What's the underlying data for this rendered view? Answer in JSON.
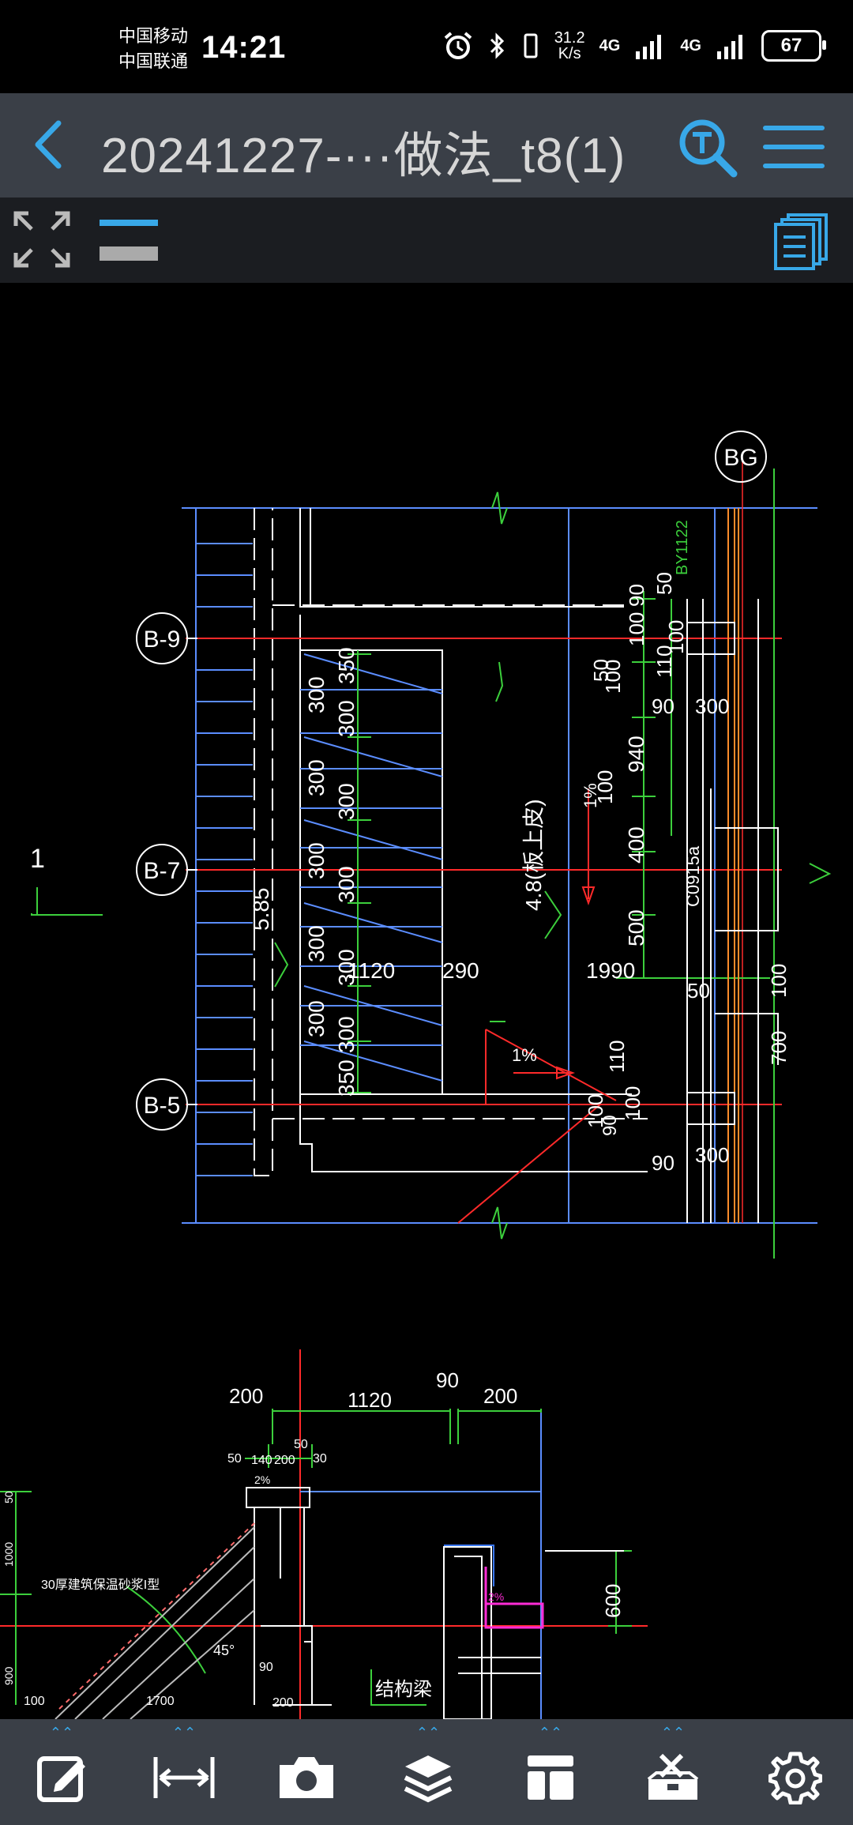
{
  "status_bar": {
    "carrier_1": "中国移动",
    "carrier_2": "中国联通",
    "time": "14:21",
    "net_speed_value": "31.2",
    "net_speed_unit": "K/s",
    "net_type_1": "4G",
    "net_type_2": "4G",
    "battery": "67"
  },
  "title_bar": {
    "title": "20241227-···做法_t8(1)"
  },
  "colors": {
    "accent": "#38a8e8",
    "title_bar_bg": "#3a3f47",
    "cad_red": "#ff2a2a",
    "cad_green": "#3ccf3c",
    "cad_blue": "#5b8dff",
    "cad_magenta": "#ff2bd6"
  },
  "drawing": {
    "grid_top": "BG",
    "grid_b9": "B-9",
    "grid_b7": "B-7",
    "grid_b5": "B-5",
    "section_mark": "1",
    "stair_label": "BY1122",
    "level_text": "4.8(板上皮)",
    "window_label": "C0915a",
    "dim_585": "5.85",
    "dim_1120": "1120",
    "dim_290": "290",
    "dim_1990": "1990",
    "dim_350": "350",
    "dim_300": "300",
    "dim_940": "940",
    "dim_400": "400",
    "dim_500": "500",
    "dim_100": "100",
    "dim_50": "50",
    "dim_90": "90",
    "dim_110": "110",
    "dim_700": "700",
    "dim_200": "200",
    "dim_600": "600",
    "dim_1000": "1000",
    "dim_900": "900",
    "dim_140": "140",
    "dim_30": "30",
    "dim_1700": "1700",
    "slope_1": "1%",
    "slope_2": "1%",
    "slope_3": "2%",
    "slope_4": "2%",
    "angle_45": "45°",
    "note_insulation": "30厚建筑保温砂浆I型",
    "note_beam": "结构梁"
  },
  "bottom_toolbar": {
    "tools": [
      "edit-tool",
      "measure-tool",
      "screenshot-tool",
      "layers-tool",
      "layout-tool",
      "toolbox-tool",
      "settings-tool"
    ]
  }
}
